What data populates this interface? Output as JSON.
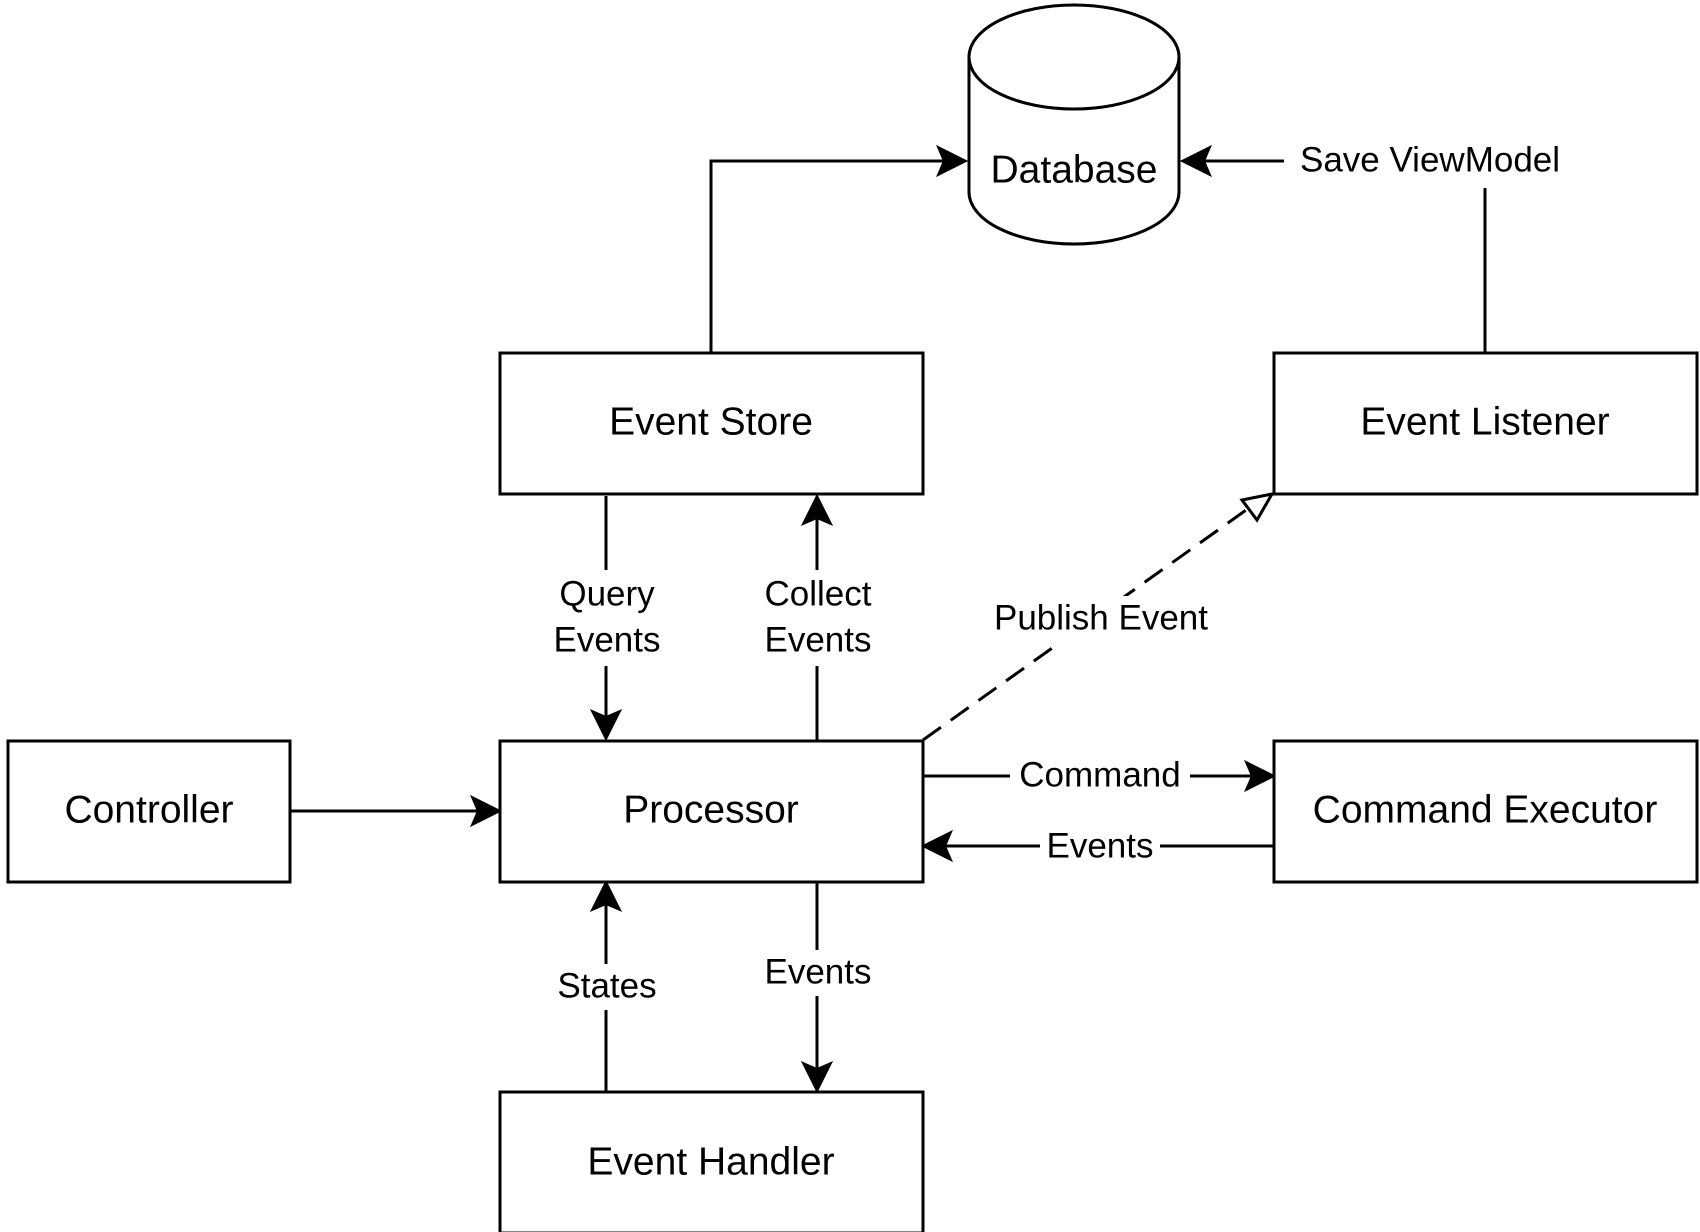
{
  "nodes": {
    "database": "Database",
    "event_store": "Event Store",
    "event_listener": "Event Listener",
    "controller": "Controller",
    "processor": "Processor",
    "command_executor": "Command Executor",
    "event_handler": "Event Handler"
  },
  "edges": {
    "save_viewmodel": "Save ViewModel",
    "query_events_1": "Query",
    "query_events_2": "Events",
    "collect_events_1": "Collect",
    "collect_events_2": "Events",
    "publish_event": "Publish Event",
    "command": "Command",
    "events_back": "Events",
    "states": "States",
    "events_down": "Events"
  }
}
